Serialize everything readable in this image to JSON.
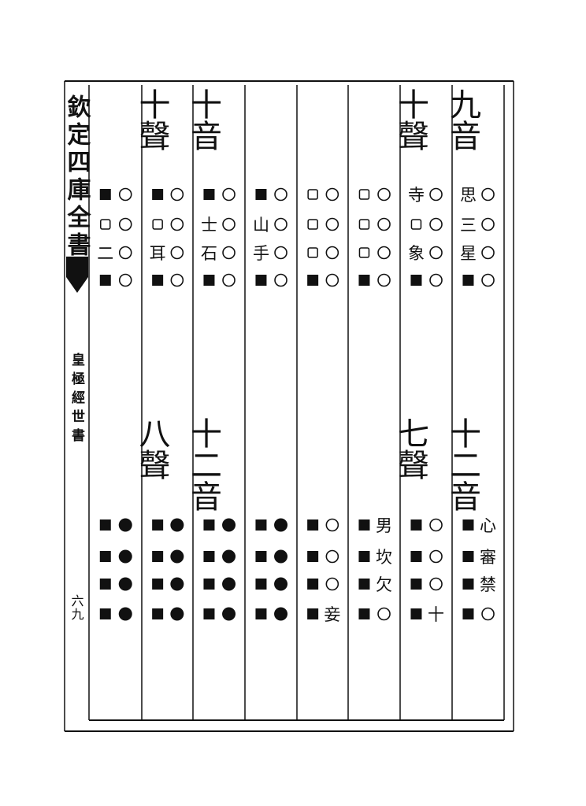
{
  "margin": {
    "title": "欽定四庫全書",
    "book": "皇極經世書",
    "page_number": "六九"
  },
  "columns": [
    {
      "top_header": "九音",
      "top_entries": [
        [
          {
            "k": "o"
          },
          {
            "k": "t",
            "v": "思"
          }
        ],
        [
          {
            "k": "o"
          },
          {
            "k": "t",
            "v": "三"
          }
        ],
        [
          {
            "k": "o"
          },
          {
            "k": "t",
            "v": "星"
          }
        ],
        [
          {
            "k": "o"
          },
          {
            "k": "f"
          }
        ]
      ],
      "bottom_header": "十二音",
      "bottom_entries": [
        [
          {
            "k": "t",
            "v": "心"
          },
          {
            "k": "f"
          }
        ],
        [
          {
            "k": "t",
            "v": "審"
          },
          {
            "k": "f"
          }
        ],
        [
          {
            "k": "t",
            "v": "禁"
          },
          {
            "k": "f"
          }
        ],
        [
          {
            "k": "o"
          },
          {
            "k": "f"
          }
        ]
      ]
    },
    {
      "top_header": "十聲",
      "top_entries": [
        [
          {
            "k": "o"
          },
          {
            "k": "t",
            "v": "寺"
          }
        ],
        [
          {
            "k": "o"
          },
          {
            "k": "e"
          }
        ],
        [
          {
            "k": "o"
          },
          {
            "k": "t",
            "v": "象"
          }
        ],
        [
          {
            "k": "o"
          },
          {
            "k": "f"
          }
        ]
      ],
      "bottom_header": "七聲",
      "bottom_entries": [
        [
          {
            "k": "o"
          },
          {
            "k": "f"
          }
        ],
        [
          {
            "k": "o"
          },
          {
            "k": "f"
          }
        ],
        [
          {
            "k": "o"
          },
          {
            "k": "f"
          }
        ],
        [
          {
            "k": "t",
            "v": "十"
          },
          {
            "k": "f"
          }
        ]
      ]
    },
    {
      "top_header": "",
      "top_entries": [
        [
          {
            "k": "o"
          },
          {
            "k": "e"
          }
        ],
        [
          {
            "k": "o"
          },
          {
            "k": "e"
          }
        ],
        [
          {
            "k": "o"
          },
          {
            "k": "e"
          }
        ],
        [
          {
            "k": "o"
          },
          {
            "k": "f"
          }
        ]
      ],
      "bottom_header": "",
      "bottom_entries": [
        [
          {
            "k": "t",
            "v": "男"
          },
          {
            "k": "f"
          }
        ],
        [
          {
            "k": "t",
            "v": "坎"
          },
          {
            "k": "f"
          }
        ],
        [
          {
            "k": "t",
            "v": "欠"
          },
          {
            "k": "f"
          }
        ],
        [
          {
            "k": "o"
          },
          {
            "k": "f"
          }
        ]
      ]
    },
    {
      "top_header": "",
      "top_entries": [
        [
          {
            "k": "o"
          },
          {
            "k": "e"
          }
        ],
        [
          {
            "k": "o"
          },
          {
            "k": "e"
          }
        ],
        [
          {
            "k": "o"
          },
          {
            "k": "e"
          }
        ],
        [
          {
            "k": "o"
          },
          {
            "k": "f"
          }
        ]
      ],
      "bottom_header": "",
      "bottom_entries": [
        [
          {
            "k": "o"
          },
          {
            "k": "f"
          }
        ],
        [
          {
            "k": "o"
          },
          {
            "k": "f"
          }
        ],
        [
          {
            "k": "o"
          },
          {
            "k": "f"
          }
        ],
        [
          {
            "k": "t",
            "v": "妾"
          },
          {
            "k": "f"
          }
        ]
      ]
    },
    {
      "top_header": "",
      "top_entries": [
        [
          {
            "k": "o"
          },
          {
            "k": "f"
          }
        ],
        [
          {
            "k": "o"
          },
          {
            "k": "t",
            "v": "山"
          }
        ],
        [
          {
            "k": "o"
          },
          {
            "k": "t",
            "v": "手"
          }
        ],
        [
          {
            "k": "o"
          },
          {
            "k": "f"
          }
        ]
      ],
      "bottom_header": "",
      "bottom_entries": [
        [
          {
            "k": "d"
          },
          {
            "k": "f"
          }
        ],
        [
          {
            "k": "d"
          },
          {
            "k": "f"
          }
        ],
        [
          {
            "k": "d"
          },
          {
            "k": "f"
          }
        ],
        [
          {
            "k": "d"
          },
          {
            "k": "f"
          }
        ]
      ]
    },
    {
      "top_header": "十音",
      "top_entries": [
        [
          {
            "k": "o"
          },
          {
            "k": "f"
          }
        ],
        [
          {
            "k": "o"
          },
          {
            "k": "t",
            "v": "士"
          }
        ],
        [
          {
            "k": "o"
          },
          {
            "k": "t",
            "v": "石"
          }
        ],
        [
          {
            "k": "o"
          },
          {
            "k": "f"
          }
        ]
      ],
      "bottom_header": "十二音",
      "bottom_entries": [
        [
          {
            "k": "d"
          },
          {
            "k": "f"
          }
        ],
        [
          {
            "k": "d"
          },
          {
            "k": "f"
          }
        ],
        [
          {
            "k": "d"
          },
          {
            "k": "f"
          }
        ],
        [
          {
            "k": "d"
          },
          {
            "k": "f"
          }
        ]
      ]
    },
    {
      "top_header": "十聲",
      "top_entries": [
        [
          {
            "k": "o"
          },
          {
            "k": "f"
          }
        ],
        [
          {
            "k": "o"
          },
          {
            "k": "e"
          }
        ],
        [
          {
            "k": "o"
          },
          {
            "k": "t",
            "v": "耳"
          }
        ],
        [
          {
            "k": "o"
          },
          {
            "k": "f"
          }
        ]
      ],
      "bottom_header": "八聲",
      "bottom_entries": [
        [
          {
            "k": "d"
          },
          {
            "k": "f"
          }
        ],
        [
          {
            "k": "d"
          },
          {
            "k": "f"
          }
        ],
        [
          {
            "k": "d"
          },
          {
            "k": "f"
          }
        ],
        [
          {
            "k": "d"
          },
          {
            "k": "f"
          }
        ]
      ]
    },
    {
      "top_header": "",
      "top_entries": [
        [
          {
            "k": "o"
          },
          {
            "k": "f"
          }
        ],
        [
          {
            "k": "o"
          },
          {
            "k": "e"
          }
        ],
        [
          {
            "k": "o"
          },
          {
            "k": "t",
            "v": "二"
          }
        ],
        [
          {
            "k": "o"
          },
          {
            "k": "f"
          }
        ]
      ],
      "bottom_header": "",
      "bottom_entries": [
        [
          {
            "k": "d"
          },
          {
            "k": "f"
          }
        ],
        [
          {
            "k": "d"
          },
          {
            "k": "f"
          }
        ],
        [
          {
            "k": "d"
          },
          {
            "k": "f"
          }
        ],
        [
          {
            "k": "d"
          },
          {
            "k": "f"
          }
        ]
      ]
    }
  ]
}
